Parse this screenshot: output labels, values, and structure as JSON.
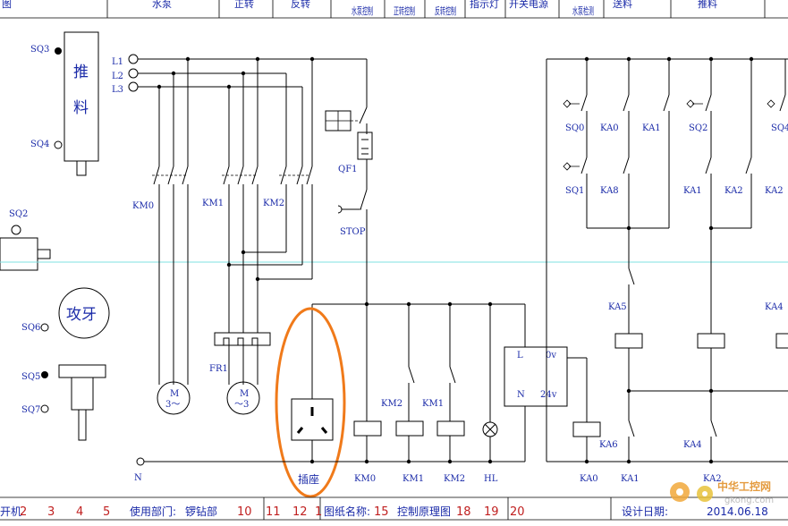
{
  "header_cells": [
    "图",
    "水泵",
    "正转",
    "反转",
    "水泵控制",
    "正转控制",
    "反转控制",
    "指示灯",
    "开关电源",
    "水泵检测",
    "送料",
    "推料"
  ],
  "mech": {
    "sq3": "SQ3",
    "sq4": "SQ4",
    "push_text": [
      "推",
      "料"
    ],
    "sq2": "SQ2",
    "tap_text": "攻牙",
    "sq6": "SQ6",
    "sq5": "SQ5",
    "sq7": "SQ7"
  },
  "power": {
    "l1": "L1",
    "l2": "L2",
    "l3": "L3",
    "km0": "KM0",
    "km1": "KM1",
    "km2": "KM2",
    "fr1": "FR1",
    "motor_m": "M",
    "motor1_sub": "3～",
    "motor2_sub": "～3",
    "n": "N"
  },
  "control": {
    "qf1": "QF1",
    "stop": "STOP",
    "socket": "插座",
    "coils": [
      "KM0",
      "KM1",
      "KM2",
      "HL"
    ],
    "interlock1": "KM2",
    "interlock2": "KM1"
  },
  "psu": {
    "l": "L",
    "ov": "0v",
    "n": "N",
    "v24": "24v"
  },
  "plc": {
    "sq0": "SQ0",
    "ka0": "KA0",
    "ka1": "KA1",
    "sq2": "SQ2",
    "sq4": "SQ4",
    "sq1": "SQ1",
    "ka8": "KA8",
    "ka1b": "KA1",
    "ka2": "KA2",
    "ka2b": "KA2",
    "ka5": "KA5",
    "ka4": "KA4",
    "ka6": "KA6",
    "ka4b": "KA4",
    "bottom_ka0": "KA0",
    "bottom_ka1": "KA1",
    "bottom_ka2": "KA2"
  },
  "footer": {
    "left": "开机",
    "numbers": [
      "2",
      "3",
      "4",
      "5",
      "10",
      "11",
      "12",
      "1",
      "15",
      "18",
      "19",
      "20"
    ],
    "dept_label": "使用部门:",
    "dept_value": "锣钻部",
    "name_label": "图纸名称:",
    "name_value": "控制原理图",
    "date_label": "设计日期:",
    "date_value": "2014.06.18"
  },
  "watermark": {
    "cn": "中华工控网",
    "url": "gkong.com"
  }
}
